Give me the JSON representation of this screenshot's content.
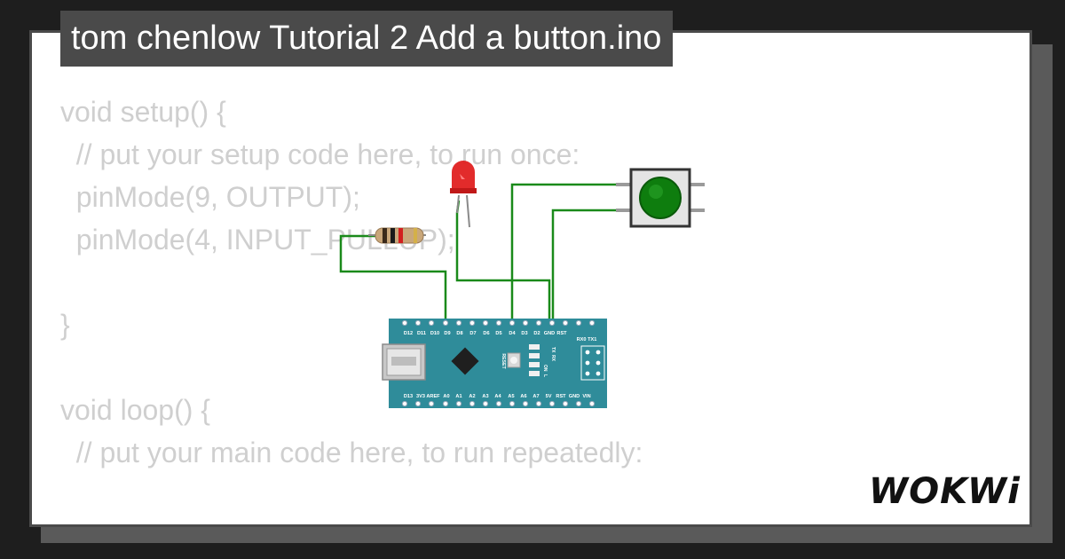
{
  "title": "tom chenlow Tutorial 2 Add a button.ino",
  "code_lines": [
    "void setup() {",
    "  // put your setup code here, to run once:",
    "  pinMode(9, OUTPUT);",
    "  pinMode(4, INPUT_PULLUP);",
    "",
    "}",
    "",
    "void loop() {",
    "  // put your main code here, to run repeatedly:"
  ],
  "board": {
    "top_pins": [
      "D12",
      "D11",
      "D10",
      "D9",
      "D8",
      "D7",
      "D6",
      "D5",
      "D4",
      "D3",
      "D2",
      "GND",
      "RST"
    ],
    "bottom_pins": [
      "D13",
      "3V3",
      "AREF",
      "A0",
      "A1",
      "A2",
      "A3",
      "A4",
      "A5",
      "A6",
      "A7",
      "5V",
      "RST",
      "GND",
      "VIN"
    ],
    "rx_tx_label": "RX0 TX1",
    "reset_label": "RESET",
    "tx_label": "TX",
    "rx_label": "RX",
    "on_label": "ON",
    "l_label": "L"
  },
  "brand": "WOKWi",
  "colors": {
    "background": "#1e1e1e",
    "card": "#ffffff",
    "title_bg": "#4a4a4a",
    "code_text": "#cfcfcf",
    "board": "#2f8c9a",
    "wire": "#1a8a1a",
    "button_cap": "#0e7d0e",
    "led": "#e02020"
  },
  "icons": [
    "arduino-nano-board",
    "led-component",
    "resistor-component",
    "pushbutton-component",
    "wokwi-logo"
  ]
}
